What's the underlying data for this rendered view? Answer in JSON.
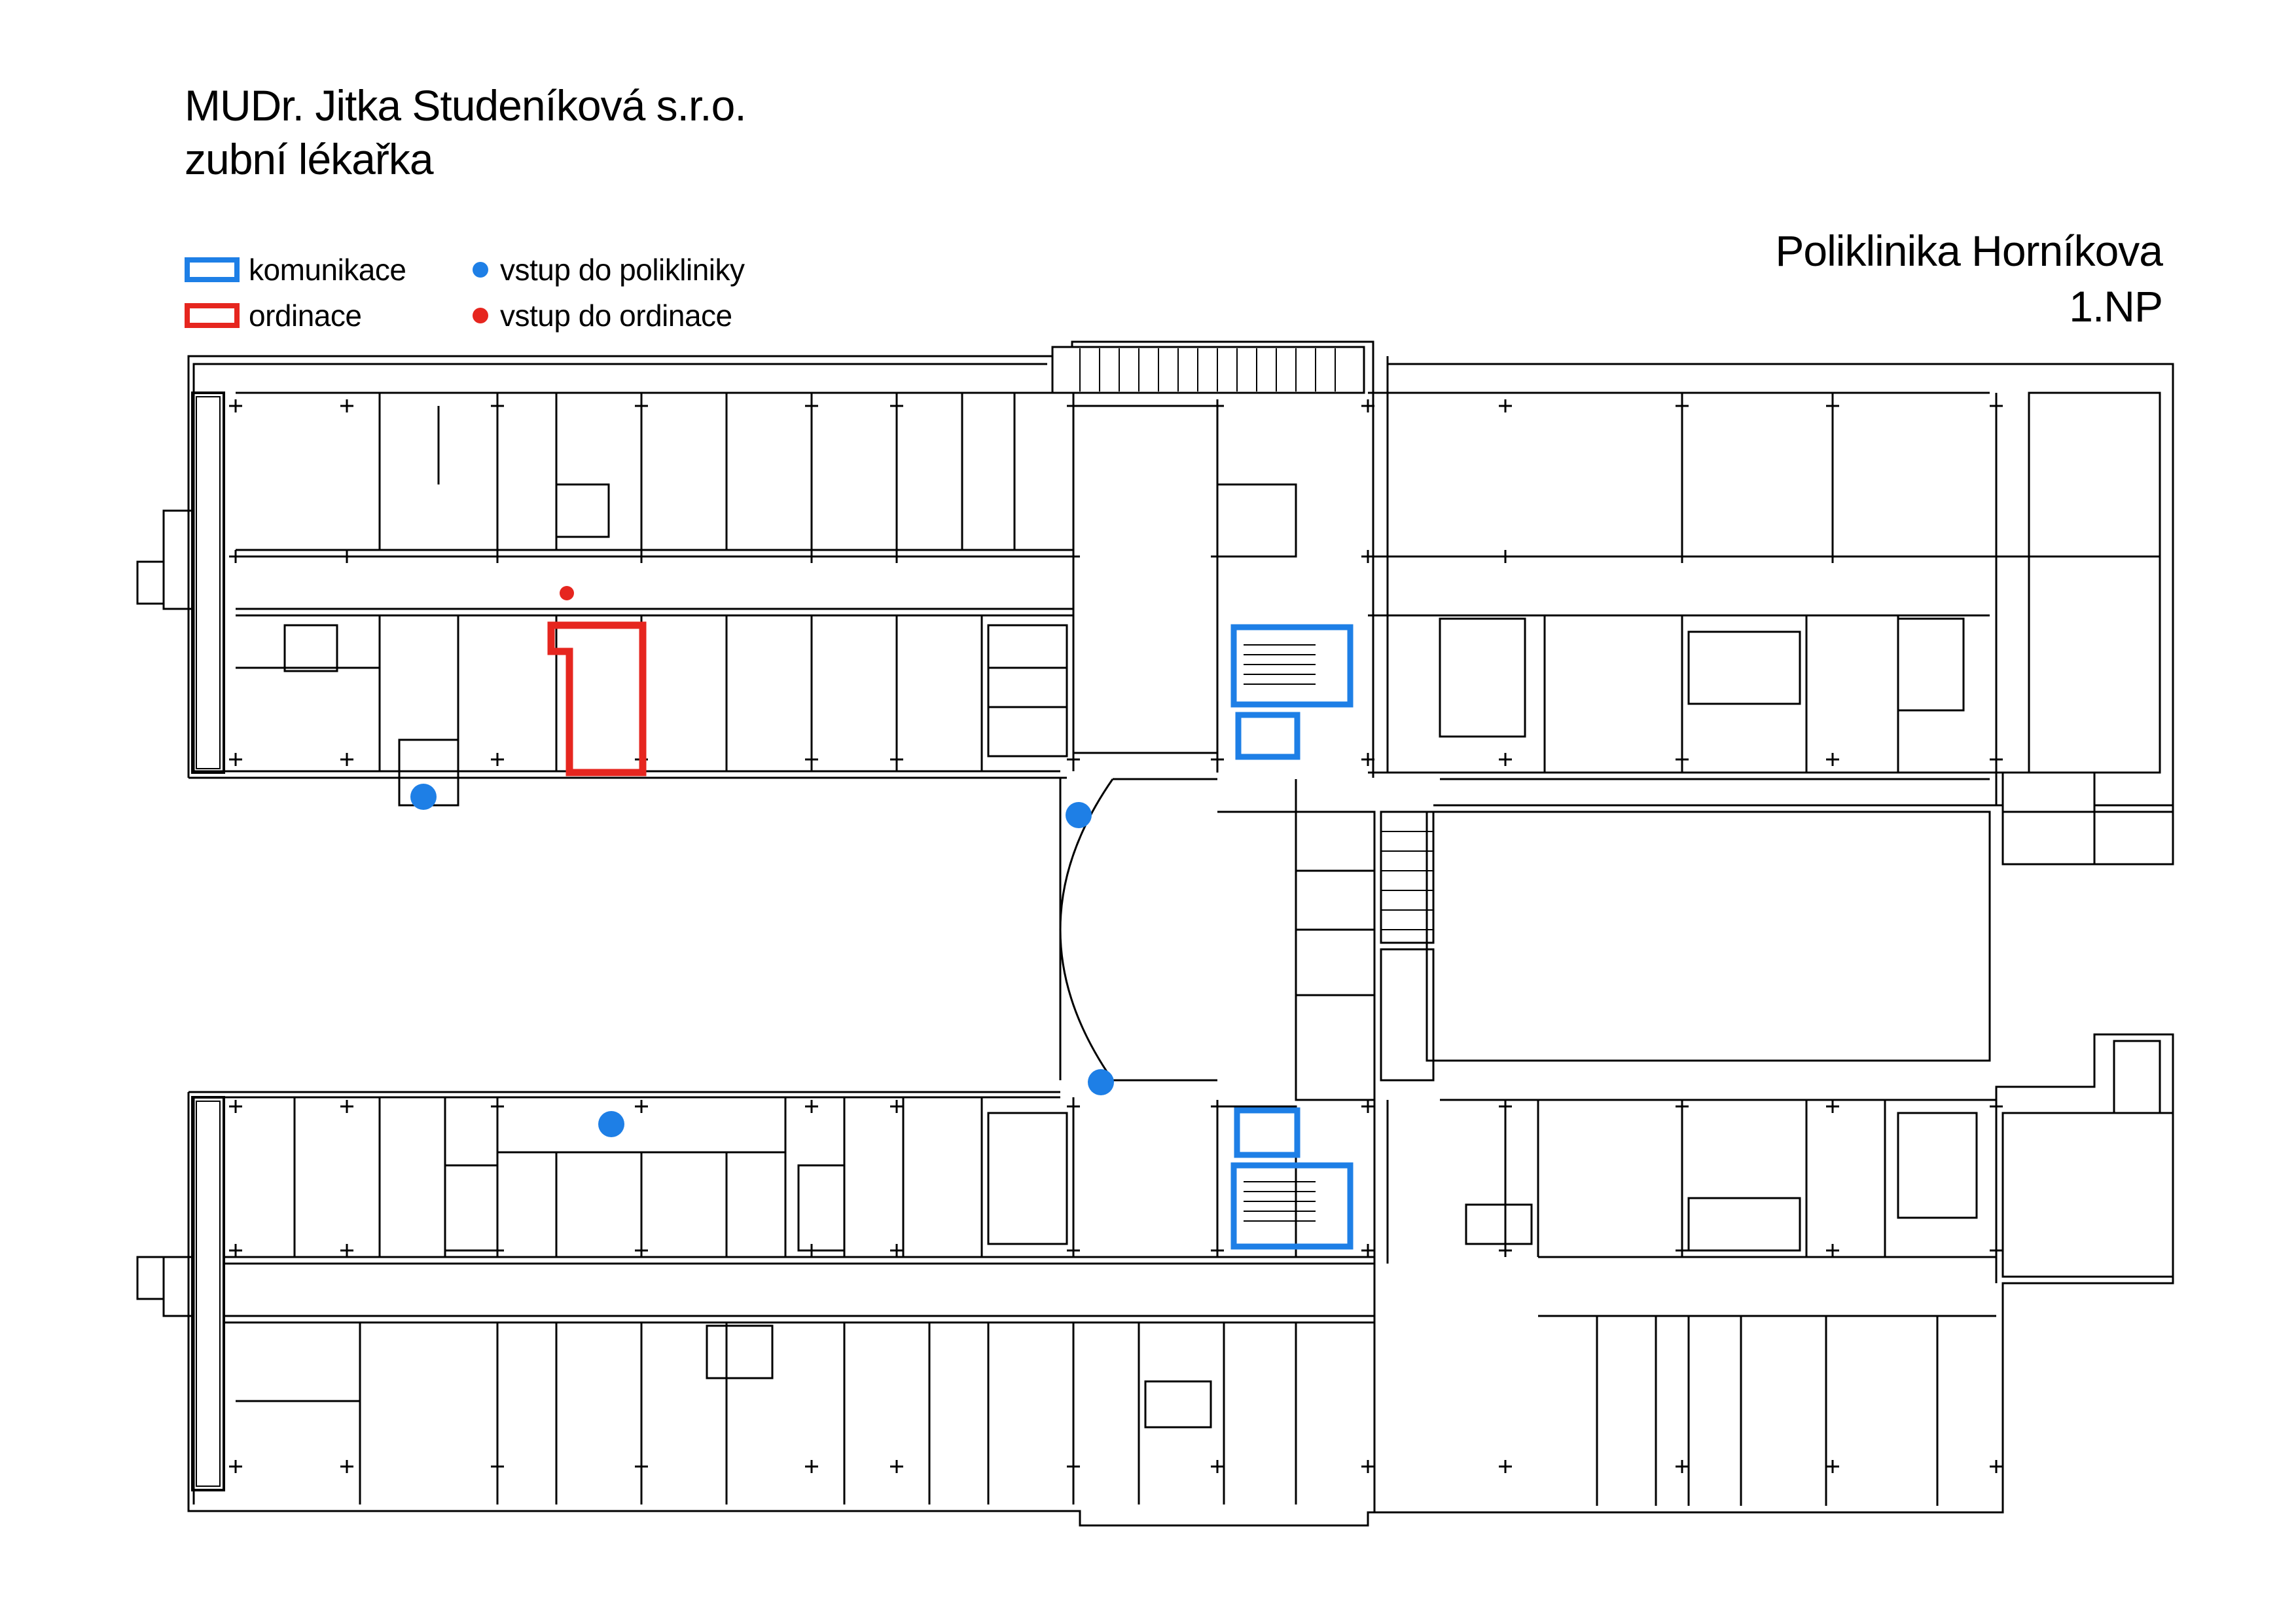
{
  "header": {
    "title_line1": "MUDr. Jitka Studeníková s.r.o.",
    "title_line2": "zubní lékařka",
    "building_name": "Poliklinika Horníkova",
    "building_floor": "1.NP"
  },
  "legend": {
    "communication_label": "komunikace",
    "office_label": "ordinace",
    "clinic_entrance_label": "vstup do polikliniky",
    "office_entrance_label": "vstup do ordinace"
  },
  "colors": {
    "communication": "#1E7FE6",
    "office": "#E6261F",
    "clinic_entrance": "#1E7FE6",
    "office_entrance": "#E6261F",
    "walls": "#000000"
  },
  "map": {
    "highlighted_office_count": 1,
    "communication_cores": 2,
    "clinic_entrances": 4,
    "office_entrances": 1
  }
}
